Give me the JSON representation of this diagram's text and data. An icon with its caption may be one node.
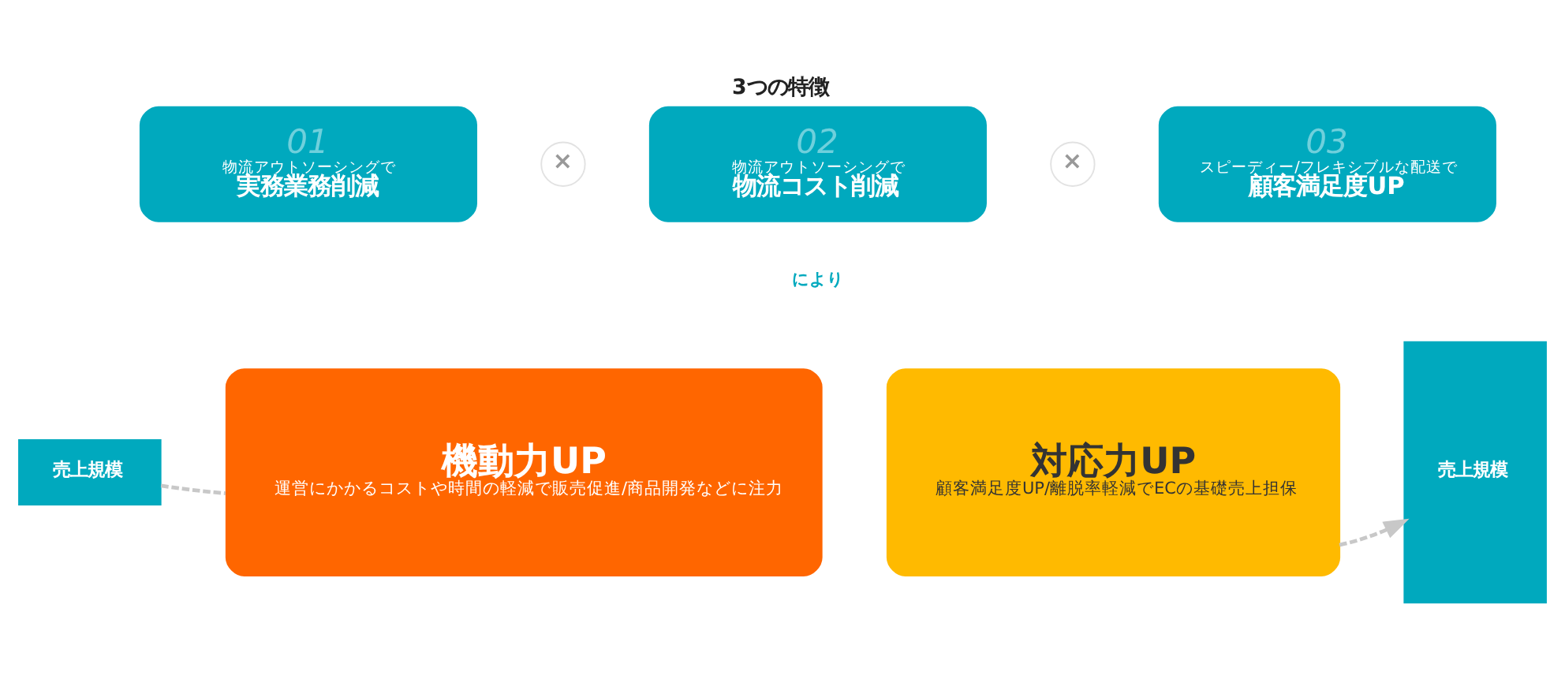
{
  "diagram": {
    "title": "3つの特徴",
    "nodes": [
      {
        "text": [
          "01",
          "物流アウトソーシングで",
          "実務業務削減"
        ]
      },
      {
        "text": [
          "×"
        ]
      },
      {
        "text": [
          "02",
          "物流アウトソーシングで",
          "物流コスト削減"
        ]
      },
      {
        "text": [
          "×"
        ]
      },
      {
        "text": [
          "03",
          "スピーディー/フレキシブルな配送で",
          "顧客満足度UP"
        ]
      },
      {
        "text": [
          "機動力UP",
          "運営にかかるコストや時間の軽減で販売促進/商品開発などに注力"
        ]
      },
      {
        "text": [
          "対応力UP",
          "顧客満足度UP/離脱率軽減でECの基礎売上担保"
        ]
      },
      {
        "text": [
          "売上規模"
        ]
      },
      {
        "text": [
          "売上規模"
        ]
      }
    ],
    "edges": [
      {
        "from": 7,
        "to": 5,
        "arrow": "none",
        "style": "dashed"
      },
      {
        "from": 6,
        "to": 8,
        "arrow": "to",
        "style": "dashed"
      }
    ],
    "labels": [
      "により"
    ]
  }
}
